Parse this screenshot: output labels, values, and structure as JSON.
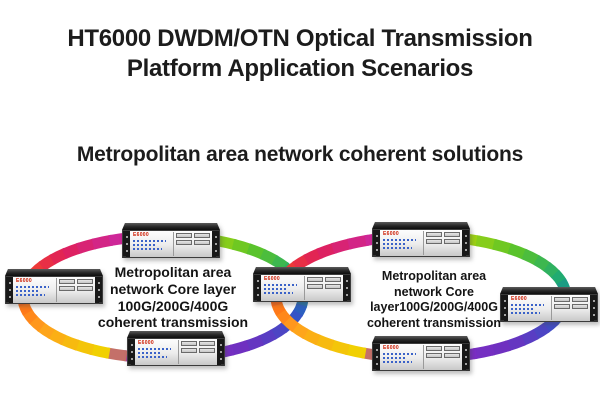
{
  "header": {
    "title_line1": "HT6000 DWDM/OTN Optical Transmission",
    "title_line2": "Platform Application Scenarios",
    "subtitle": "Metropolitan area network coherent solutions",
    "text_color": "#1c1c1c"
  },
  "diagram": {
    "left_ring": {
      "lines": [
        "Metropolitan area",
        "network Core layer",
        "100G/200G/400G",
        "coherent transmission"
      ]
    },
    "right_ring": {
      "lines": [
        "Metropolitan area",
        "network Core",
        "layer100G/200G/400G",
        "coherent transmission"
      ]
    },
    "ring_palette": [
      {
        "angle": 0,
        "color": "#d8e000"
      },
      {
        "angle": 40,
        "color": "#5ec428"
      },
      {
        "angle": 75,
        "color": "#1aa878"
      },
      {
        "angle": 105,
        "color": "#2e58c8"
      },
      {
        "angle": 145,
        "color": "#6e30c0"
      },
      {
        "angle": 183,
        "color": "#8c2ac8"
      },
      {
        "angle": 196,
        "color": "#a428b4"
      },
      {
        "angle": 204,
        "color": "#f0d400"
      },
      {
        "angle": 240,
        "color": "#ffa01e"
      },
      {
        "angle": 275,
        "color": "#ff5a14"
      },
      {
        "angle": 315,
        "color": "#e02058"
      },
      {
        "angle": 345,
        "color": "#cc28a0"
      },
      {
        "angle": 360,
        "color": "#d8e000"
      }
    ],
    "devices": [
      {
        "name": "left-ring-top-node",
        "model_label": "E6000"
      },
      {
        "name": "far-left-node",
        "model_label": "E6000"
      },
      {
        "name": "center-shared-node",
        "model_label": "E6000"
      },
      {
        "name": "left-ring-bottom-node",
        "model_label": "E6000"
      },
      {
        "name": "right-ring-top-node",
        "model_label": "E6000"
      },
      {
        "name": "far-right-node",
        "model_label": "E6000"
      },
      {
        "name": "right-ring-bottom-node",
        "model_label": "E6000"
      }
    ]
  }
}
